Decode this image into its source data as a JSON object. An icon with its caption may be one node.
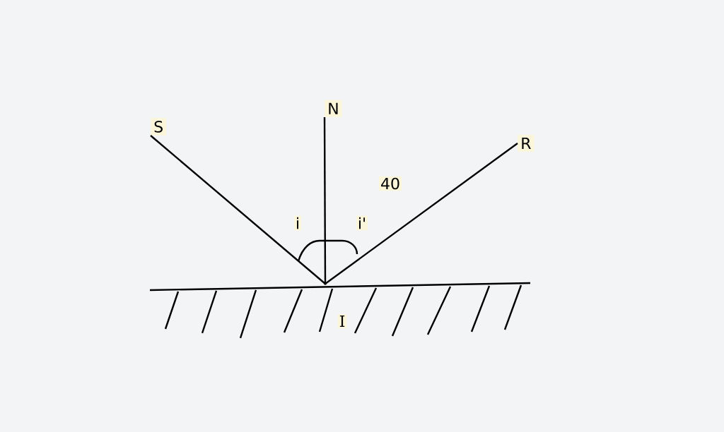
{
  "diagram": {
    "nodes": [
      {
        "text": [
          "S"
        ]
      },
      {
        "text": [
          "N"
        ]
      },
      {
        "text": [
          "R"
        ]
      },
      {
        "text": [],
        "shape": "point"
      }
    ],
    "edges": [
      {
        "from": 0,
        "to": 3,
        "arrow": "none"
      },
      {
        "from": 1,
        "to": 3,
        "arrow": "none"
      },
      {
        "from": 2,
        "to": 3,
        "arrow": "none"
      }
    ],
    "labels": [
      "40",
      "i",
      "i'",
      "I"
    ]
  }
}
